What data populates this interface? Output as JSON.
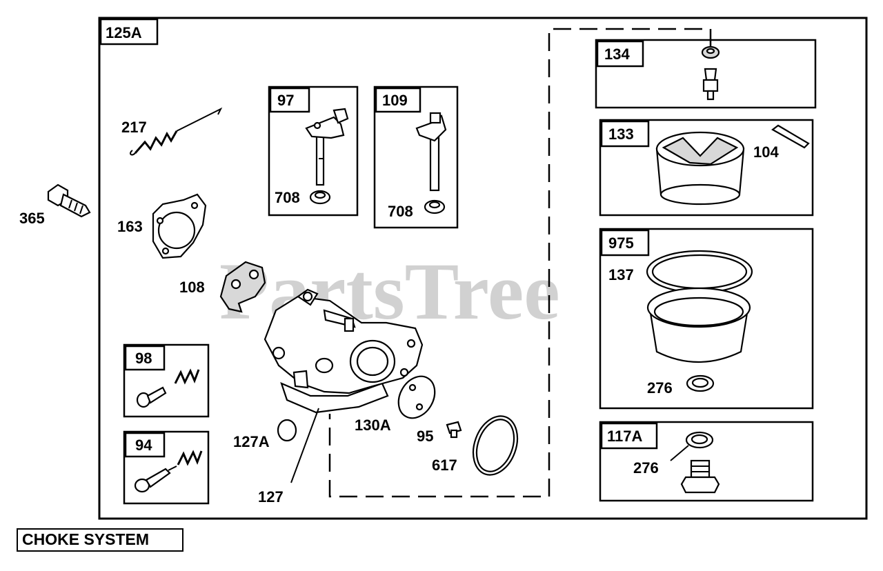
{
  "watermark": "PartsTree",
  "section_title": "CHOKE SYSTEM",
  "boxes": {
    "main": "125A",
    "b97": "97",
    "b109": "109",
    "b98": "98",
    "b94": "94",
    "b134": "134",
    "b133": "133",
    "b975": "975",
    "b117a": "117A"
  },
  "parts": {
    "p365": "365",
    "p217": "217",
    "p163": "163",
    "p108": "108",
    "p708a": "708",
    "p708b": "708",
    "p104": "104",
    "p137": "137",
    "p276a": "276",
    "p276b": "276",
    "p127a": "127A",
    "p127": "127",
    "p130a": "130A",
    "p95": "95",
    "p617": "617"
  }
}
